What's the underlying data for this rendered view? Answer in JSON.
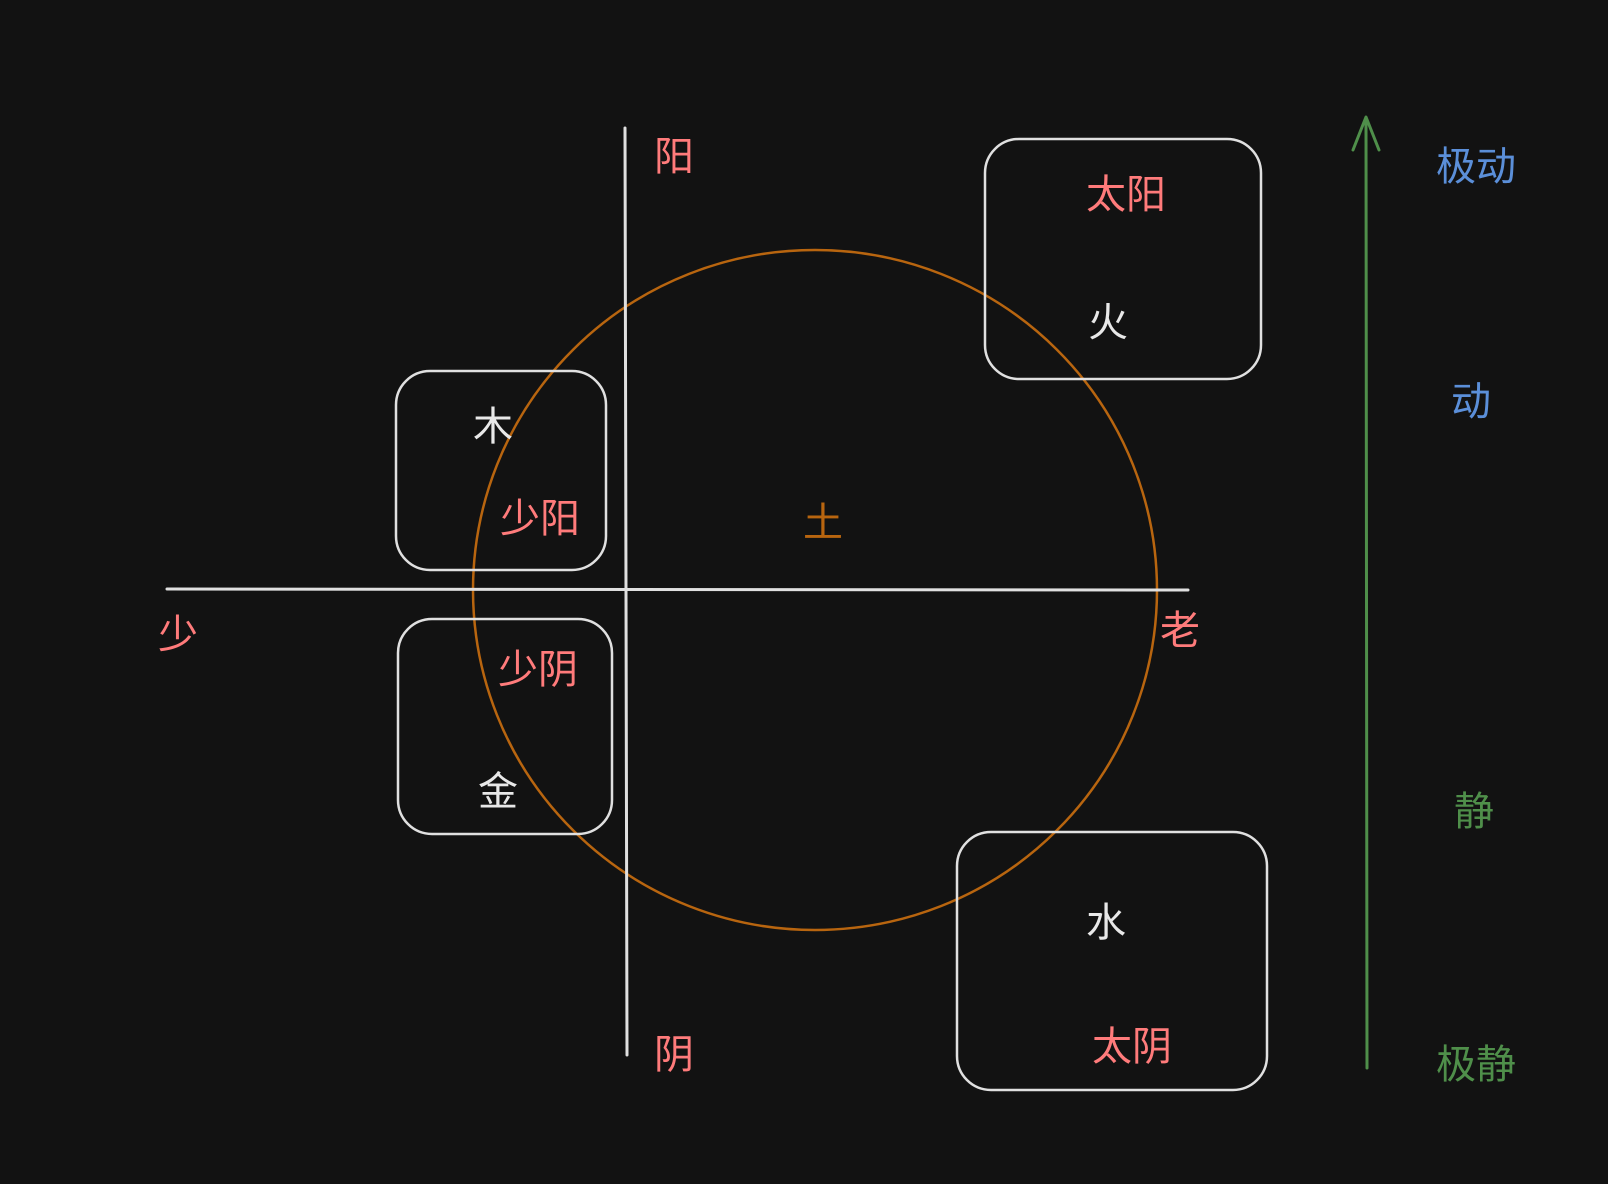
{
  "colors": {
    "background": "#121212",
    "stroke": "#e0e0e0",
    "yang_yin_text": "#ff7b7b",
    "element_text": "#e8e8e8",
    "earth": "#b8650f",
    "motion": "#5b8fd9",
    "stillness": "#4f8f4a",
    "arrow": "#4f8f4a"
  },
  "axes": {
    "top": "阳",
    "bottom": "阴",
    "left": "少",
    "right": "老"
  },
  "center": {
    "element": "土"
  },
  "quadrants": {
    "shao_yang": {
      "element": "木",
      "phase": "少阳"
    },
    "shao_yin": {
      "element": "金",
      "phase": "少阴"
    },
    "tai_yang": {
      "element": "火",
      "phase": "太阳"
    },
    "tai_yin": {
      "element": "水",
      "phase": "太阴"
    }
  },
  "scale": {
    "extreme_motion": "极动",
    "motion": "动",
    "stillness": "静",
    "extreme_stillness": "极静"
  }
}
